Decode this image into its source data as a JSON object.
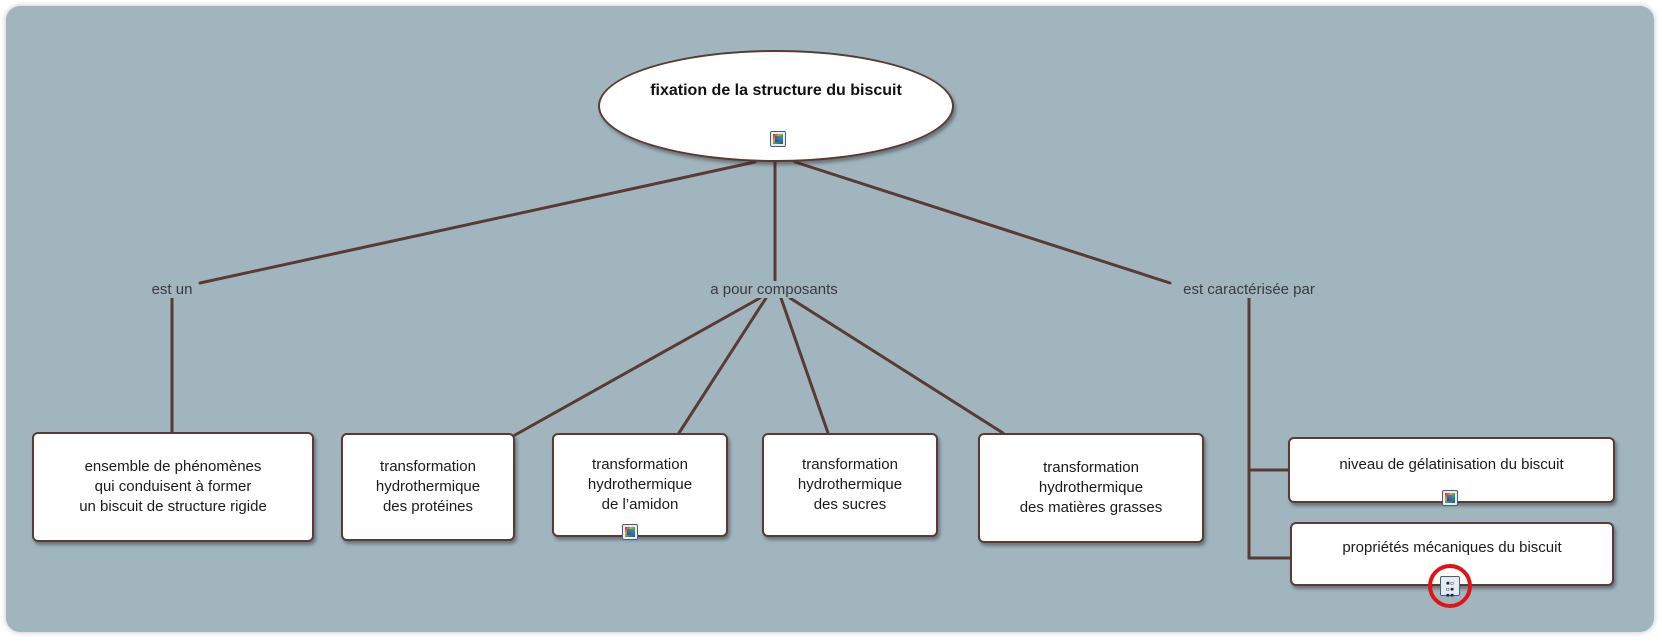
{
  "root": {
    "label": "fixation de la structure du biscuit"
  },
  "links": {
    "est_un": "est un",
    "composants": "a pour composants",
    "caracterisee": "est caractérisée par"
  },
  "concepts": {
    "ensemble": "ensemble de phénomènes\nqui conduisent à former\nun biscuit de structure rigide",
    "proteines": "transformation\nhydrothermique\ndes protéines",
    "amidon": "transformation\nhydrothermique\nde l’amidon",
    "sucres": "transformation\nhydrothermique\ndes sucres",
    "matieres": "transformation\nhydrothermique\ndes matières grasses",
    "gelatinisation": "niveau de gélatinisation du biscuit",
    "proprietes": "propriétés mécaniques du biscuit"
  },
  "icons": {
    "resource": "image-resource-icon",
    "submap": "concept-map-icon"
  },
  "colors": {
    "background": "#a1b5bf",
    "line": "#5b3a33",
    "highlight": "#e01414"
  }
}
